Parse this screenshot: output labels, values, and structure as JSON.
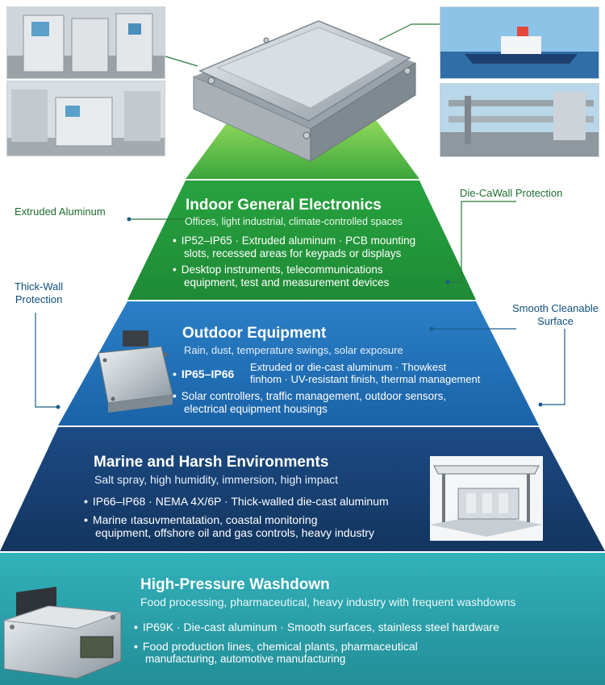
{
  "callouts": {
    "extruded_aluminum": "Extruded Aluminum",
    "die_cast_wall": "Die-CaWall Protection",
    "thick_wall_line1": "Thick-Wall",
    "thick_wall_line2": "Protection",
    "smooth_cleanable_line1": "Smooth Cleanable",
    "smooth_cleanable_line2": "Surface"
  },
  "tiers": [
    {
      "title": "Indoor General Electronics",
      "subtitle": "Offices, light industrial, climate-controlled spaces",
      "bullet1_line1": "IP52–IP65 · Extruded aluminum · PCB mounting",
      "bullet1_line2": "slots, recessed areas for keypads or displays",
      "bullet2_line1": "Desktop instruments, telecommunications",
      "bullet2_line2": "equipment, test and measurement devices",
      "color": "#2a9a3f"
    },
    {
      "title": "Outdoor Equipment",
      "subtitle": "Rain, dust, temperature swings, solar exposure",
      "bullet1_code": "IP65–IP66",
      "bullet1_line1": "Extruded or die-cast aluminum · Thowkest",
      "bullet1_line2": "finhom · UV-resistant finish, thermal management",
      "bullet2_line1": "Solar controllers, traffic management, outdoor sensors,",
      "bullet2_line2": "electrical equipment housings",
      "color": "#1f6fb5"
    },
    {
      "title": "Marine and Harsh Environments",
      "subtitle": "Salt spray, high humidity, immersion, high impact",
      "bullet1_line1": "IP66–IP68 · NEMA 4X/6P · Thick-walled die-cast aluminum",
      "bullet2_line1": "Marine ıtasuvmentatation, coastal monitoring",
      "bullet2_line2": "equipment, offshore oil and gas controls, heavy industry",
      "color": "#173f74"
    },
    {
      "title": "High-Pressure Washdown",
      "subtitle": "Food processing, pharmaceutical, heavy industry with frequent washdowns",
      "bullet1_line1": "IP69K · Die-cast aluminum · Smooth surfaces, stainless steel hardware",
      "bullet2_line1": "Food production lines, chemical plants, pharmaceutical",
      "bullet2_line2": "manufacturing, automotive manufacturing",
      "color": "#2aa3ad"
    }
  ],
  "photos": [
    {
      "icon": "electrical-cabinets-photo"
    },
    {
      "icon": "server-room-photo"
    },
    {
      "icon": "ship-photo"
    },
    {
      "icon": "industrial-pipes-photo"
    },
    {
      "icon": "offshore-platform-photo"
    }
  ],
  "colors": {
    "tier1_green": "#2a9a3f",
    "tier1_top": "#55c040",
    "tier2_blue": "#1f6fb5",
    "tier3_navy": "#173f74",
    "tier4_teal": "#2aa3ad",
    "callout_text": "#0d4f7c"
  }
}
